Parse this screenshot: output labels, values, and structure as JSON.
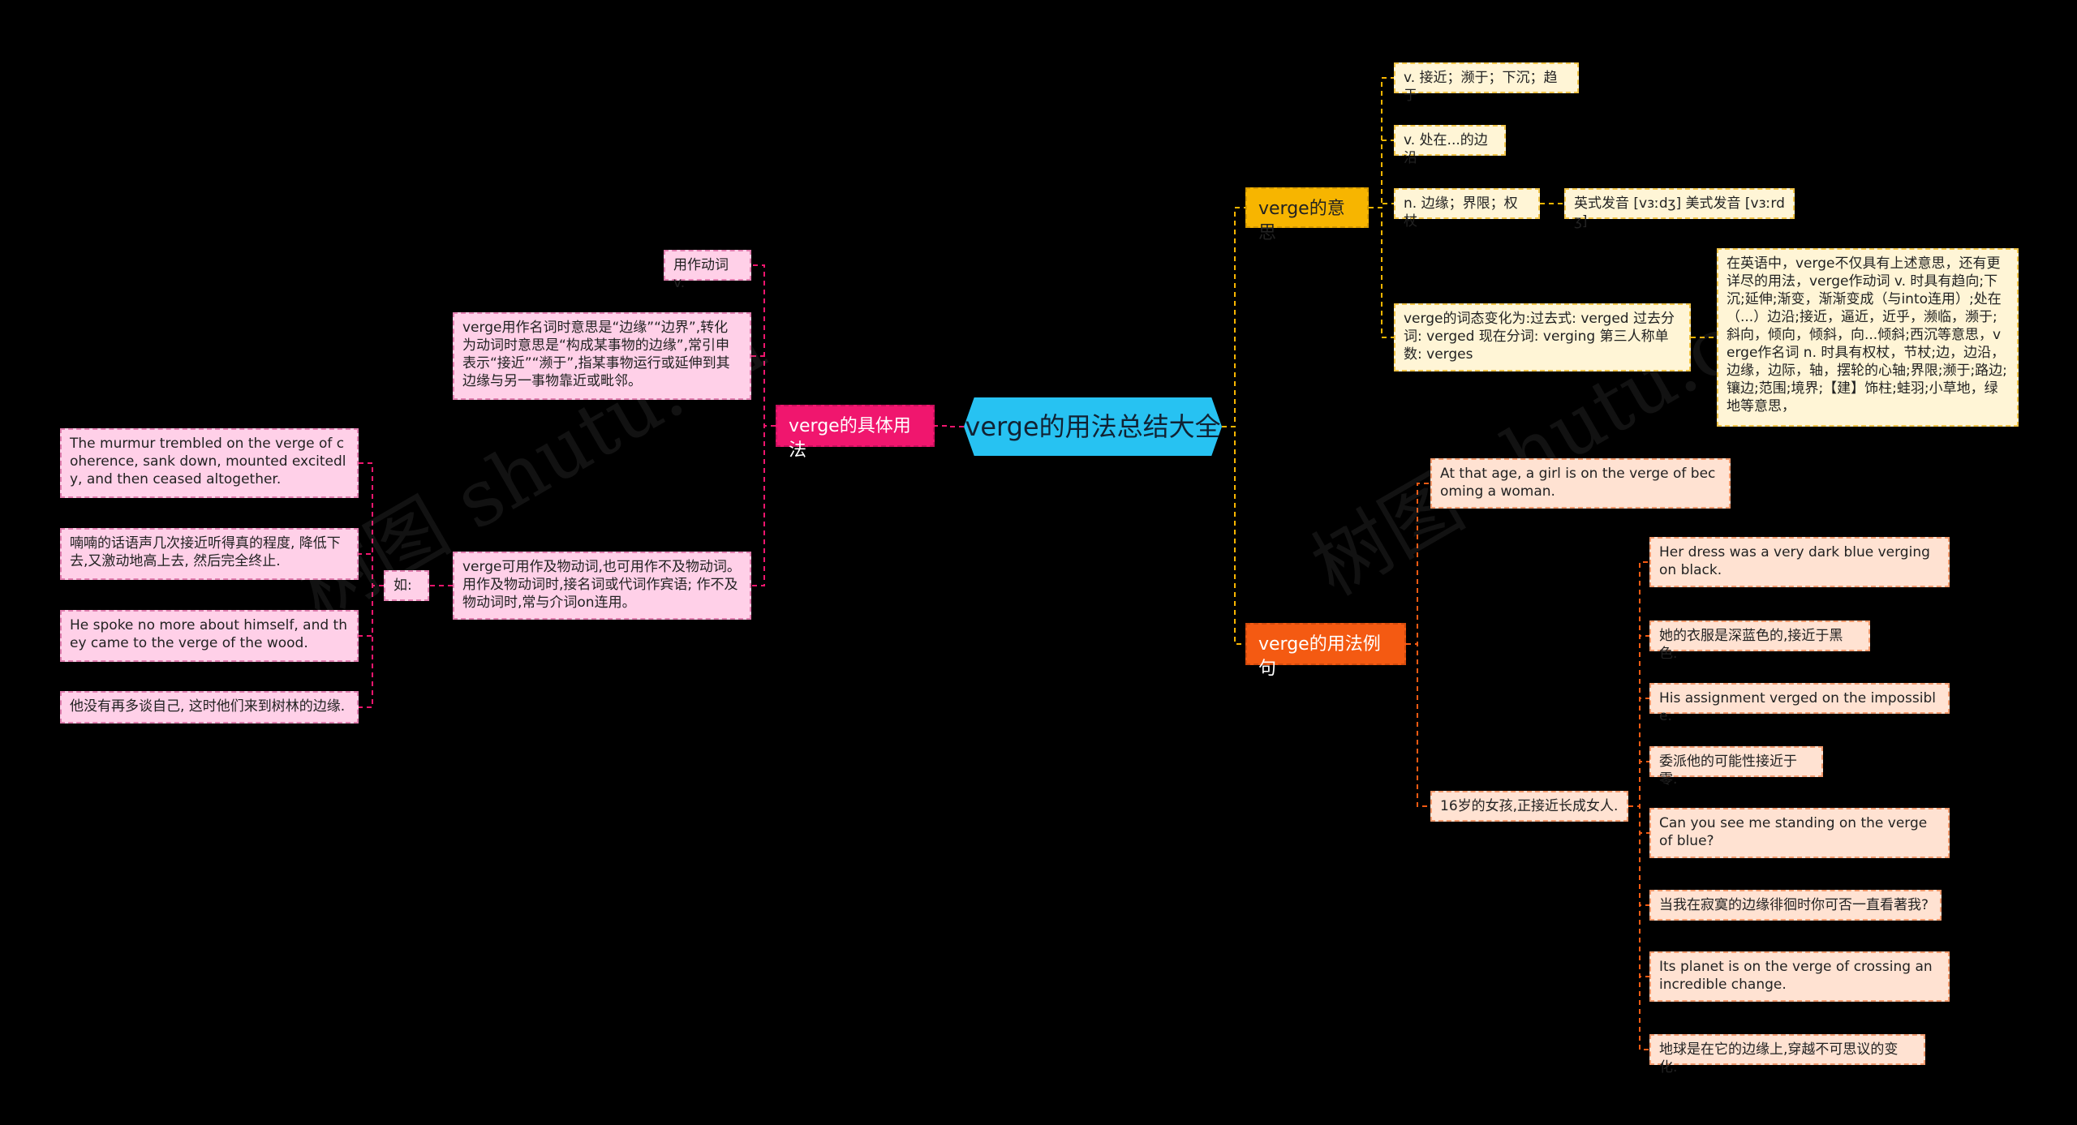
{
  "root": "verge的用法总结大全",
  "watermark": "树图 shutu.cn",
  "branches": {
    "meaning": {
      "label": "verge的意思",
      "items": [
        "v. 接近；濒于；下沉；趋于",
        "v. 处在...的边沿",
        "n. 边缘；界限；权杖",
        "verge的词态变化为:过去式: verged 过去分词: verged 现在分词: verging 第三人称单数: verges"
      ],
      "pronunciation": "英式发音 [vɜːdʒ] 美式发音 [vɜːrdʒ]",
      "detail": "在英语中，verge不仅具有上述意思，还有更详尽的用法，verge作动词 v. 时具有趋向;下沉;延伸;渐变，渐渐变成（与into连用）;处在（...）边沿;接近，逼近，近乎，濒临，濒于;斜向，倾向，倾斜，向...倾斜;西沉等意思，verge作名词 n. 时具有权杖，节杖;边，边沿，边缘，边际，轴，摆轮的心轴;界限;濒于;路边;镶边;范围;境界;【建】饰柱;蛙羽;小草地，绿地等意思，"
    },
    "usage": {
      "label": "verge的具体用法",
      "verb_tag": "用作动词 v.",
      "noun_note": "verge用作名词时意思是“边缘”“边界”,转化为动词时意思是“构成某事物的边缘”,常引申表示“接近”“濒于”,指某事物运行或延伸到其边缘与另一事物靠近或毗邻。",
      "verb_note": "verge可用作及物动词,也可用作不及物动词。用作及物动词时,接名词或代词作宾语; 作不及物动词时,常与介词on连用。",
      "example_tag": "如:",
      "examples": [
        "The murmur trembled on the verge of coherence, sank down, mounted excitedly, and then ceased altogether.",
        "喃喃的话语声几次接近听得真的程度, 降低下去,又激动地高上去, 然后完全终止.",
        "He spoke no more about himself, and they came to the verge of the wood.",
        "他没有再多谈自己, 这时他们来到树林的边缘."
      ]
    },
    "sentences": {
      "label": "verge的用法例句",
      "first_en": "At that age, a girl is on the verge of becoming a woman.",
      "first_cn": "16岁的女孩,正接近长成女人.",
      "items": [
        "Her dress was a very dark blue verging on black.",
        "她的衣服是深蓝色的,接近于黑色.",
        "His assignment verged on the impossible.",
        "委派他的可能性接近于零.",
        "Can you see me standing on the verge of blue?",
        "当我在寂寞的边缘徘徊时你可否一直看著我?",
        "Its planet is on the verge of crossing an incredible change.",
        "地球是在它的边缘上,穿越不可思议的变化."
      ]
    }
  },
  "colors": {
    "root": "#27c2f2",
    "meaning": "#f7b500",
    "usage": "#f0166e",
    "sentences": "#f45a12"
  }
}
